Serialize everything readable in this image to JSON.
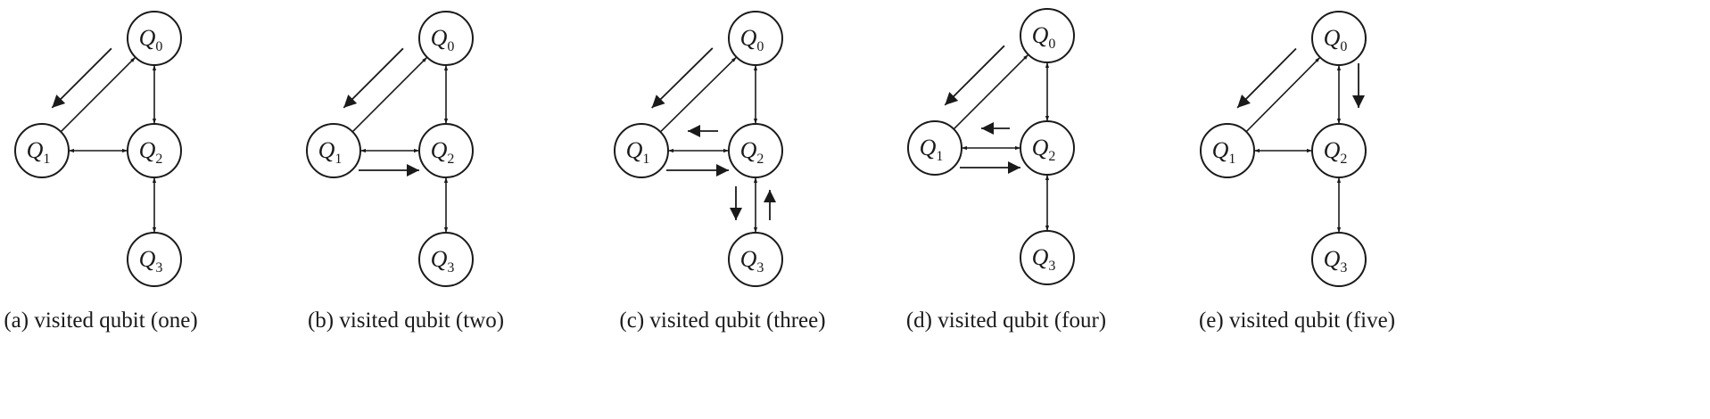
{
  "node_label_prefix": "Q",
  "nodes": [
    {
      "id": "q0",
      "index": "0"
    },
    {
      "id": "q1",
      "index": "1"
    },
    {
      "id": "q2",
      "index": "2"
    },
    {
      "id": "q3",
      "index": "3"
    }
  ],
  "edges": [
    {
      "from": "q1",
      "to": "q0",
      "type": "single-arrow"
    },
    {
      "from": "q0",
      "to": "q2",
      "type": "double-arrow"
    },
    {
      "from": "q1",
      "to": "q2",
      "type": "double-arrow"
    },
    {
      "from": "q2",
      "to": "q3",
      "type": "double-arrow"
    }
  ],
  "panels": [
    {
      "caption": "(a) visited qubit (one)",
      "flow_arrows": [
        {
          "between": [
            "q0",
            "q1"
          ],
          "direction": "toward q1"
        }
      ]
    },
    {
      "caption": "(b) visited qubit (two)",
      "flow_arrows": [
        {
          "between": [
            "q0",
            "q1"
          ],
          "direction": "toward q1"
        },
        {
          "between": [
            "q1",
            "q2"
          ],
          "direction": "toward q2"
        }
      ]
    },
    {
      "caption": "(c) visited qubit (three)",
      "flow_arrows": [
        {
          "between": [
            "q0",
            "q1"
          ],
          "direction": "toward q1"
        },
        {
          "between": [
            "q1",
            "q2"
          ],
          "direction": "toward q1"
        },
        {
          "between": [
            "q1",
            "q2"
          ],
          "direction": "toward q2"
        },
        {
          "between": [
            "q2",
            "q3"
          ],
          "direction": "toward q3"
        },
        {
          "between": [
            "q2",
            "q3"
          ],
          "direction": "toward q2"
        }
      ]
    },
    {
      "caption": "(d) visited qubit (four)",
      "flow_arrows": [
        {
          "between": [
            "q0",
            "q1"
          ],
          "direction": "toward q1"
        },
        {
          "between": [
            "q1",
            "q2"
          ],
          "direction": "toward q1"
        },
        {
          "between": [
            "q1",
            "q2"
          ],
          "direction": "toward q2"
        }
      ]
    },
    {
      "caption": "(e) visited qubit (five)",
      "flow_arrows": [
        {
          "between": [
            "q0",
            "q1"
          ],
          "direction": "toward q1"
        },
        {
          "between": [
            "q0",
            "q2"
          ],
          "direction": "toward q2"
        }
      ]
    }
  ]
}
